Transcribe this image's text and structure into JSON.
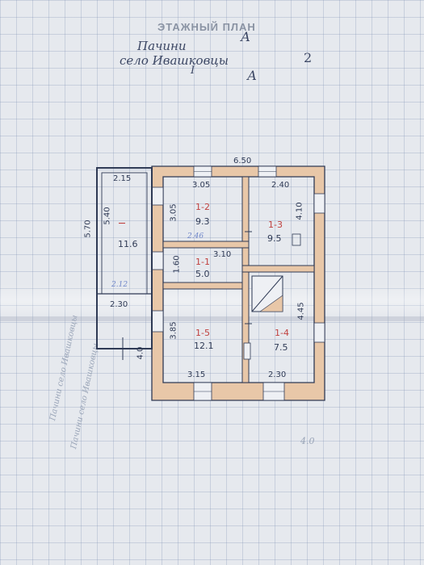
{
  "header": {
    "stamp": "ЭТАЖНЫЙ ПЛАН",
    "letter_top": "А",
    "line1": "Пачини",
    "line2": "село Ивашковцы",
    "line3_mark": "I",
    "letter_second": "А",
    "page_number": "2"
  },
  "plan": {
    "overall_width": "6.50",
    "overall_height": "5.40",
    "annex": {
      "top_width": "2.15",
      "side_height": "5.70",
      "bottom_width": "2.30",
      "porch_depth": "4.0"
    },
    "rooms": [
      {
        "id": "I",
        "area": "11.6"
      },
      {
        "id": "1-2",
        "area": "9.3",
        "width": "3.05",
        "height": "3.05"
      },
      {
        "id": "1-3",
        "area": "9.5",
        "width": "2.40",
        "height": "4.10"
      },
      {
        "id": "1-1",
        "area": "5.0",
        "width": "3.10",
        "height": "1.60"
      },
      {
        "id": "1-5",
        "area": "12.1",
        "width": "3.15",
        "height": "3.85"
      },
      {
        "id": "1-4",
        "area": "7.5",
        "width": "2.30",
        "height": "4.45"
      }
    ],
    "blue_marks": [
      "2.46",
      "2.12"
    ],
    "bottom_note": "4.0"
  },
  "colors": {
    "wall_fill": "#e8c7a8",
    "ink": "#2f3a55",
    "red_ink": "#c0413f",
    "grid": "#8a9cbf"
  },
  "faint_notes": [
    "Пачини село Ивашковцы",
    "Пачини село Ивашковцы"
  ]
}
